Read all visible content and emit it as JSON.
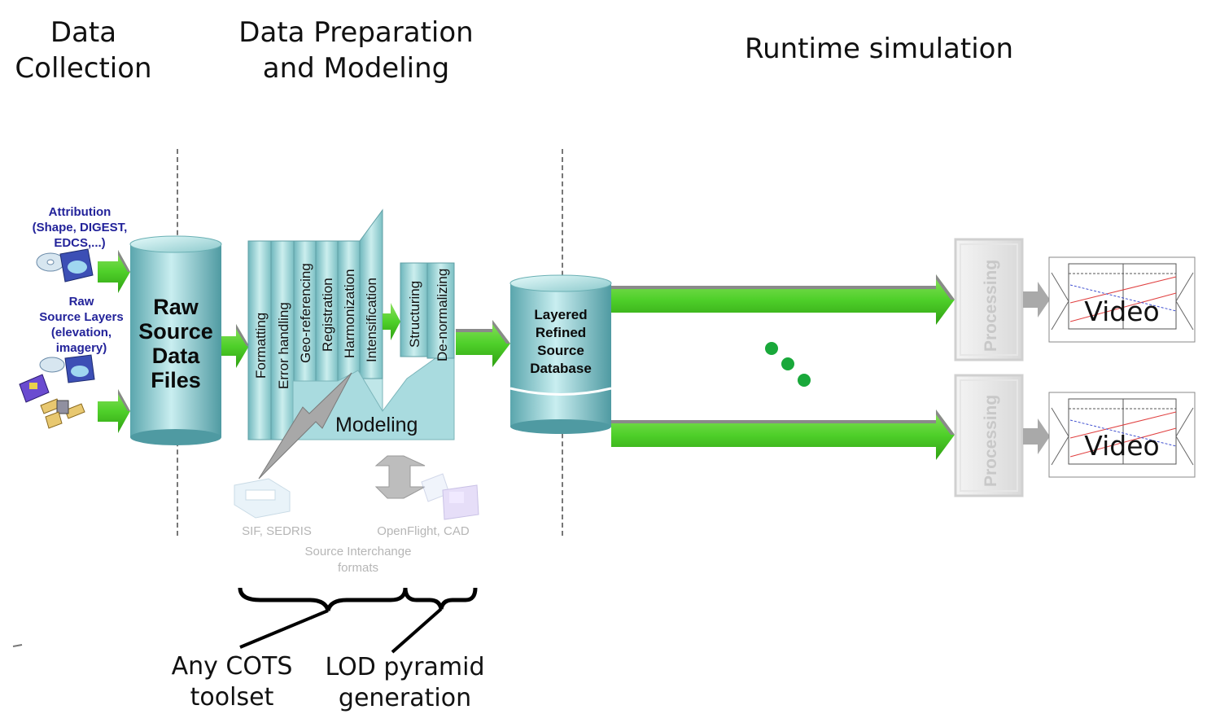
{
  "headers": {
    "data_collection": [
      "Data",
      "Collection"
    ],
    "data_preparation": [
      "Data Preparation",
      "and Modeling"
    ],
    "runtime": "Runtime simulation"
  },
  "inputs": {
    "attribution": [
      "Attribution",
      "(Shape, DIGEST,",
      "EDCS,...)"
    ],
    "raw_layers": [
      "Raw",
      "Source Layers",
      "(elevation,",
      "imagery)"
    ]
  },
  "raw_source": [
    "Raw",
    "Source",
    "Data",
    "Files"
  ],
  "steps": [
    "Formatting",
    "Error handling",
    "Geo-referencing",
    "Registration",
    "Harmonization",
    "Intensification"
  ],
  "steps2": [
    "Structuring",
    "De-normalizing"
  ],
  "modeling": "Modeling",
  "database": [
    "Layered",
    "Refined",
    "Source",
    "Database"
  ],
  "processing": "Processing",
  "video": "Video",
  "interchange": {
    "sif": "SIF, SEDRIS",
    "openflight": "OpenFlight, CAD",
    "caption": [
      "Source Interchange",
      "formats"
    ]
  },
  "bottom": {
    "cots": [
      "Any COTS",
      "toolset"
    ],
    "lod": [
      "LOD pyramid",
      "generation"
    ]
  },
  "colors": {
    "arrow_green": "#4fd02a",
    "teal": "#9fd6d6",
    "teal_dark": "#5aa6ad",
    "label_blue": "#23239a"
  }
}
